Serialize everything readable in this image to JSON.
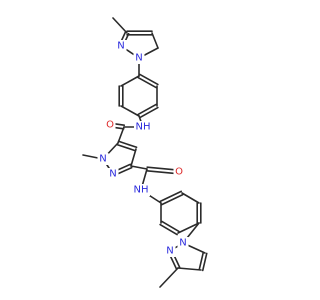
{
  "colors": {
    "bond": "#2b2b2b",
    "carbon": "#2b2b2b",
    "nitrogen": "#2b2bdd",
    "oxygen": "#dd2b2b",
    "background": "#ffffff"
  },
  "atom_labels": {
    "n_top_pz_1": "N",
    "n_top_pz_2": "N",
    "nh_top": "NH",
    "o_top": "O",
    "n_center_1": "N",
    "n_center_2": "N",
    "o_bottom": "O",
    "nh_bottom": "NH",
    "n_bottom_pz_1": "N",
    "n_bottom_pz_2": "N"
  }
}
